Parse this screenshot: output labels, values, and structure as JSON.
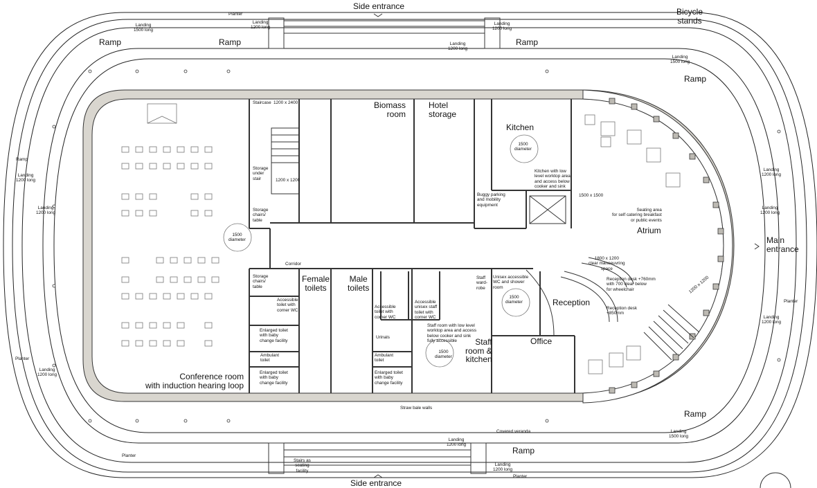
{
  "labels": {
    "side_entrance_top": "Side entrance",
    "side_entrance_bottom": "Side entrance",
    "bicycle_stands": "Bicycle\nstands",
    "main_entrance": "Main\nentrance",
    "ramp": "Ramp",
    "planter": "Planter",
    "landing_1500": "Landing\n1500 long",
    "landing_1200": "Landing\n1200 long",
    "biomass_room": "Biomass\nroom",
    "hotel_storage": "Hotel\nstorage",
    "kitchen": "Kitchen",
    "kitchen_note": "Kitchen with low\nlevel worktop area\nand access below\ncooker and sink",
    "diameter_1500": "1500\ndiameter",
    "size_1200x2400": "1200 x 2400",
    "size_1200x1200": "1200 x 1200",
    "size_1500x1500": "1500 x 1500",
    "staircase": "Staircase",
    "storage_under_stair": "Storage\nunder\nstair",
    "storage_chairs_table": "Storage\nchairs/\ntable",
    "buggy_parking": "Buggy parking\nand mobility\nequipment",
    "seating_area": "Seating area\nfor self catering breakfast\nor public events",
    "atrium": "Atrium",
    "clear_space": "1800 x 1200\nclear manoeuvring\nspace",
    "reception_desk_760": "Reception desk +760mm\nwith 700 clear below\nfor wheelchair",
    "reception_desk_850": "Reception desk\n+850mm",
    "reception": "Reception",
    "office": "Office",
    "staff_room": "Staff\nroom &\nkitchen",
    "staff_room_note": "Staff room with low level\nworktop area and access\nbelow cooker and sink\nfully accessible",
    "unisex_wc_shower": "Unisex accessible\nWC and shower\nroom",
    "staff_wardrobe": "Staff\nward-\nrobe",
    "accessible_unisex_staff": "Accessible\nunisex staff\ntoilet with\ncorner WC",
    "accessible_toilet_corner": "Accessible\ntoilet with\ncorner WC",
    "female_toilets": "Female\ntoilets",
    "male_toilets": "Male\ntoilets",
    "urinals": "Urinals",
    "ambulant_toilet": "Ambulant\ntoilet",
    "enlarged_toilet": "Enlarged toilet\nwith baby\nchange facility",
    "corridor": "Corridor",
    "straw_bale_walls": "Straw bale walls",
    "covered_veranda": "Covered veranda",
    "stairs_seating": "Stairs as\nseating\nfacility",
    "conference_room": "Conference room\nwith induction hearing loop"
  }
}
